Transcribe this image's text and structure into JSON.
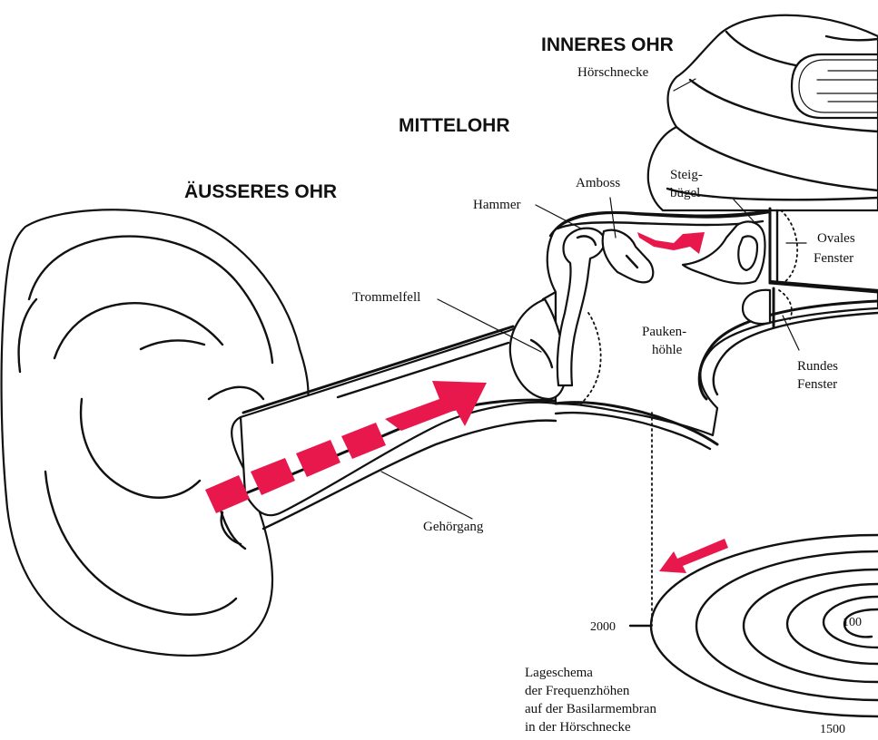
{
  "sections": {
    "outer_ear": "ÄUSSERES OHR",
    "middle_ear": "MITTELOHR",
    "inner_ear": "INNERES OHR"
  },
  "labels": {
    "cochlea": "Hörschnecke",
    "stapes_line1": "Steig-",
    "stapes_line2": "bügel",
    "incus": "Amboss",
    "malleus": "Hammer",
    "eardrum": "Trommelfell",
    "oval_window_line1": "Ovales",
    "oval_window_line2": "Fenster",
    "tympanic_cavity_line1": "Pauken-",
    "tympanic_cavity_line2": "höhle",
    "round_window_line1": "Rundes",
    "round_window_line2": "Fenster",
    "ear_canal": "Gehörgang"
  },
  "frequency_map": {
    "caption_line1": "Lageschema",
    "caption_line2": "der Frequenzhöhen",
    "caption_line3": "auf der Basilarmembran",
    "caption_line4": "in der Hörschnecke",
    "value_outer": "2000",
    "value_inner": "100",
    "value_bottom": "1500"
  },
  "colors": {
    "arrow_accent": "#e8184d",
    "outline": "#111111",
    "background": "#ffffff"
  }
}
